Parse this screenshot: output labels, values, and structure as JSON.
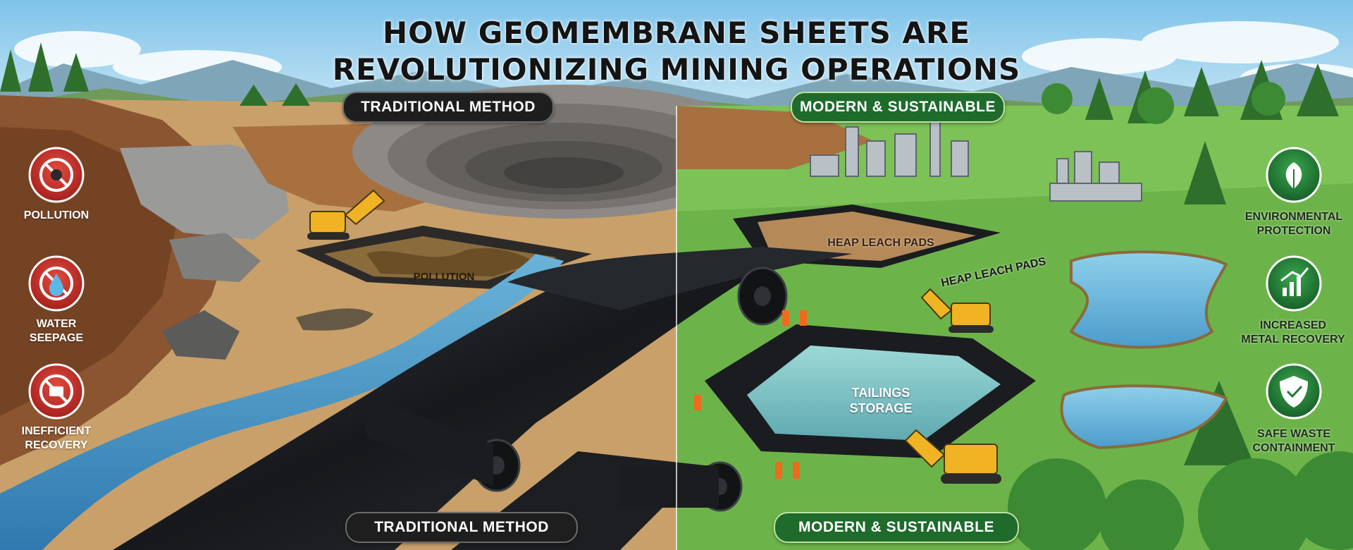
{
  "header": {
    "title_line1": "HOW GEOMEMBRANE SHEETS ARE",
    "title_line2": "REVOLUTIONIZING MINING OPERATIONS"
  },
  "left_panel": {
    "top_label": "TRADITIONAL METHOD",
    "bottom_label": "TRADITIONAL METHOD",
    "issues": [
      {
        "label": "POLLUTION",
        "icon": "pollution-icon"
      },
      {
        "label": "WATER\nSEEPAGE",
        "icon": "water-drop-icon"
      },
      {
        "label": "INEFFICIENT\nRECOVERY",
        "icon": "recovery-icon"
      }
    ],
    "pit_label": "POLLUTION"
  },
  "right_panel": {
    "top_label": "MODERN & SUSTAINABLE",
    "bottom_label": "MODERN & SUSTAINABLE",
    "benefits": [
      {
        "label": "ENVIRONMENTAL\nPROTECTION",
        "icon": "leaf-icon"
      },
      {
        "label": "INCREASED\nMETAL RECOVERY",
        "icon": "growth-chart-icon"
      },
      {
        "label": "SAFE WASTE\nCONTAINMENT",
        "icon": "shield-check-icon"
      }
    ],
    "heap_pad_label": "HEAP LEACH PADS",
    "heap_pad_edge_label": "HEAP LEACH PADS",
    "tailings_label": "TAILINGS\nSTORAGE"
  },
  "colors": {
    "issue_badge_red": "#c8302a",
    "benefit_badge_green": "#1e7a34",
    "pill_dark": "#1e1e1e",
    "pill_green": "#1e6b2c"
  }
}
